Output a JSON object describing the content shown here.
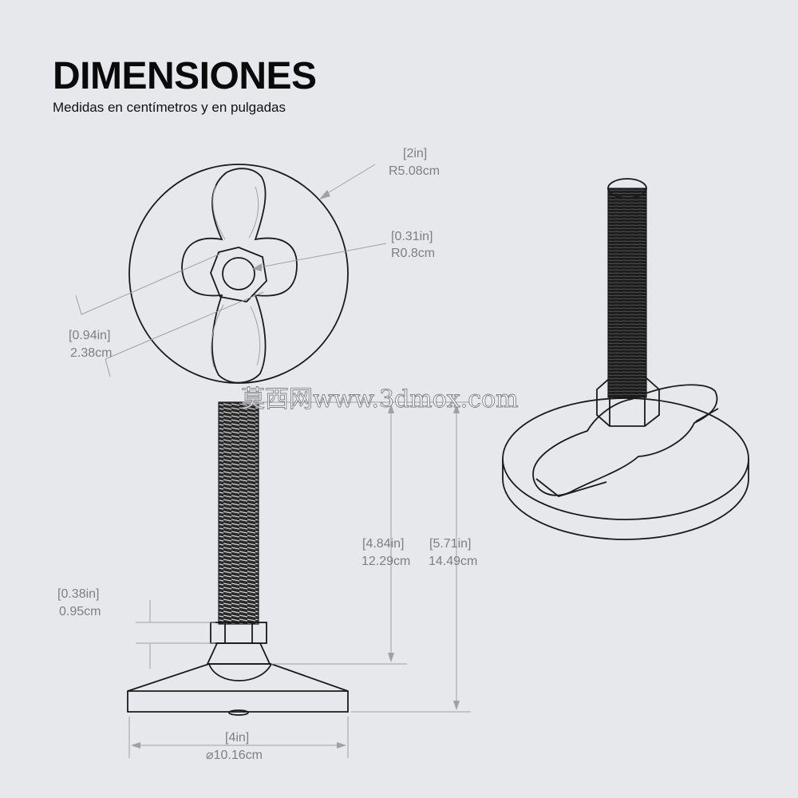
{
  "header": {
    "title": "DIMENSIONES",
    "subtitle": "Medidas en centímetros y en pulgadas"
  },
  "dimensions": {
    "base_radius": {
      "in": "[2in]",
      "cm": "R5.08cm"
    },
    "stud_radius": {
      "in": "[0.31in]",
      "cm": "R0.8cm"
    },
    "nut_width": {
      "in": "[0.94in]",
      "cm": "2.38cm"
    },
    "nut_height": {
      "in": "[0.38in]",
      "cm": "0.95cm"
    },
    "stud_length": {
      "in": "[4.84in]",
      "cm": "12.29cm"
    },
    "total_height": {
      "in": "[5.71in]",
      "cm": "14.49cm"
    },
    "base_diameter": {
      "in": "[4in]",
      "cm": "⌀10.16cm"
    }
  },
  "watermark": "莫西网www.3dmox.com",
  "colors": {
    "background": "#e6e8ec",
    "line": "#1a1a1a",
    "dimension": "#7c7f85"
  }
}
